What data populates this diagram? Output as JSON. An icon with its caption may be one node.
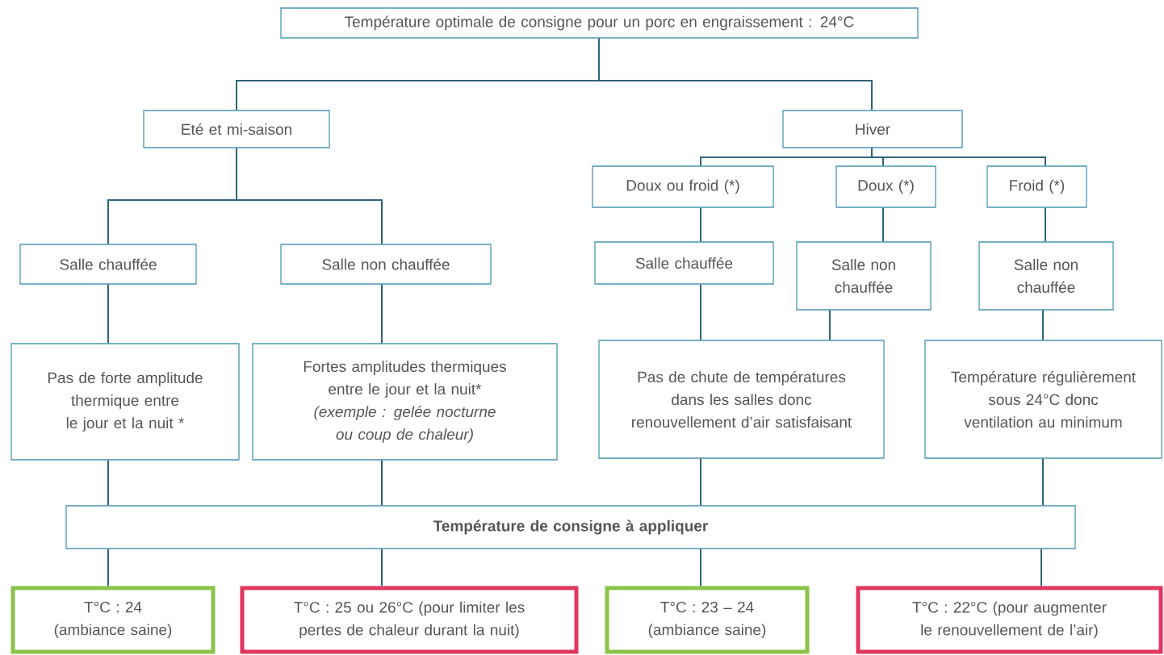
{
  "diagram": {
    "nodes": [
      {
        "text": [
          "Température optimale de consigne pour un porc en engraissement : 24°C"
        ]
      },
      {
        "text": [
          "Eté et mi-saison"
        ]
      },
      {
        "text": [
          "Hiver"
        ]
      },
      {
        "text": [
          "Doux ou froid (*)"
        ]
      },
      {
        "text": [
          "Doux (*)"
        ]
      },
      {
        "text": [
          "Froid (*)"
        ]
      },
      {
        "text": [
          "Salle chauffée"
        ]
      },
      {
        "text": [
          "Salle non chauffée"
        ]
      },
      {
        "text": [
          "Salle chauffée"
        ]
      },
      {
        "text": [
          "Salle non chauffée"
        ]
      },
      {
        "text": [
          "Salle non chauffée"
        ]
      },
      {
        "text": [
          "Pas de forte amplitude thermique entre le jour et la nuit *"
        ]
      },
      {
        "text": [
          "Fortes amplitudes thermiques entre le jour et la nuit*",
          "(exemple : gelée nocturne ou coup de chaleur)"
        ]
      },
      {
        "text": [
          "Pas de chute de températures dans les salles donc renouvellement d’air satisfaisant"
        ]
      },
      {
        "text": [
          "Température régulièrement sous 24°C donc ventilation au minimum"
        ]
      },
      {
        "text": [
          "Température de consigne à appliquer"
        ]
      },
      {
        "text": [
          "T°C : 24 (ambiance saine)"
        ]
      },
      {
        "text": [
          "T°C : 25 ou 26°C (pour limiter les pertes de chaleur durant la nuit)"
        ]
      },
      {
        "text": [
          "T°C : 23 – 24 (ambiance saine)"
        ]
      },
      {
        "text": [
          "T°C : 22°C (pour augmenter le renouvellement de l’air)"
        ]
      }
    ],
    "edges": [
      {
        "from": 0,
        "to": 1,
        "arrow": "none"
      },
      {
        "from": 0,
        "to": 2,
        "arrow": "none"
      },
      {
        "from": 1,
        "to": 6,
        "arrow": "none"
      },
      {
        "from": 1,
        "to": 7,
        "arrow": "none"
      },
      {
        "from": 2,
        "to": 3,
        "arrow": "none"
      },
      {
        "from": 2,
        "to": 4,
        "arrow": "none"
      },
      {
        "from": 2,
        "to": 5,
        "arrow": "none"
      },
      {
        "from": 3,
        "to": 8,
        "arrow": "none"
      },
      {
        "from": 4,
        "to": 9,
        "arrow": "none"
      },
      {
        "from": 5,
        "to": 10,
        "arrow": "none"
      },
      {
        "from": 6,
        "to": 11,
        "arrow": "none"
      },
      {
        "from": 7,
        "to": 12,
        "arrow": "none"
      },
      {
        "from": 8,
        "to": 13,
        "arrow": "none"
      },
      {
        "from": 9,
        "to": 13,
        "arrow": "none"
      },
      {
        "from": 10,
        "to": 14,
        "arrow": "none"
      },
      {
        "from": 11,
        "to": 15,
        "arrow": "none"
      },
      {
        "from": 12,
        "to": 15,
        "arrow": "none"
      },
      {
        "from": 13,
        "to": 15,
        "arrow": "none"
      },
      {
        "from": 14,
        "to": 15,
        "arrow": "none"
      },
      {
        "from": 15,
        "to": 16,
        "arrow": "none"
      },
      {
        "from": 15,
        "to": 17,
        "arrow": "none"
      },
      {
        "from": 15,
        "to": 18,
        "arrow": "none"
      },
      {
        "from": 15,
        "to": 19,
        "arrow": "none"
      }
    ]
  }
}
